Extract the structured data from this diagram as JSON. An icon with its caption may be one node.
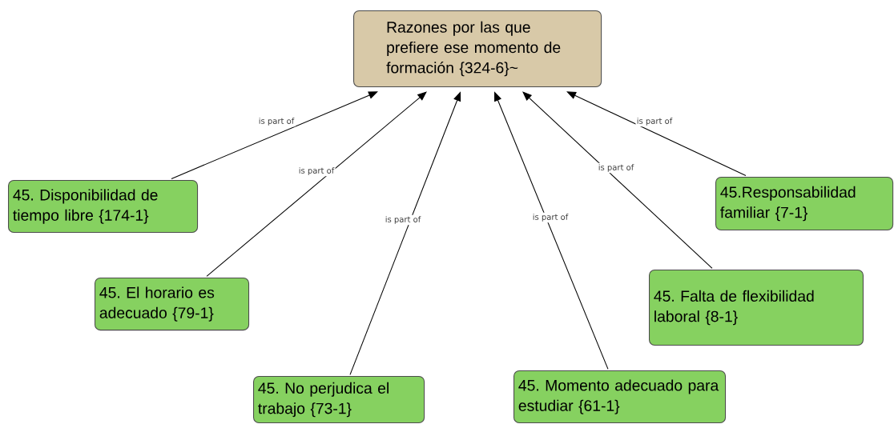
{
  "diagram": {
    "nodes": [
      {
        "text": [
          "Razones por las que prefiere ese momento de formación {324-6}~"
        ]
      },
      {
        "text": [
          "45. Disponibilidad de tiempo libre {174-1}"
        ]
      },
      {
        "text": [
          "45. El horario es adecuado {79-1}"
        ]
      },
      {
        "text": [
          "45. No perjudica el trabajo {73-1}"
        ]
      },
      {
        "text": [
          "45. Momento adecuado para estudiar {61-1}"
        ]
      },
      {
        "text": [
          "45. Falta de flexibilidad laboral {8-1}"
        ]
      },
      {
        "text": [
          "45.Responsabilidad familiar {7-1}"
        ]
      }
    ],
    "edges": [
      {
        "from": 1,
        "to": 0,
        "arrow": "to",
        "label": "is part of"
      },
      {
        "from": 2,
        "to": 0,
        "arrow": "to",
        "label": "is part of"
      },
      {
        "from": 3,
        "to": 0,
        "arrow": "to",
        "label": "is part of"
      },
      {
        "from": 4,
        "to": 0,
        "arrow": "to",
        "label": "is part of"
      },
      {
        "from": 5,
        "to": 0,
        "arrow": "to",
        "label": "is part of"
      },
      {
        "from": 6,
        "to": 0,
        "arrow": "to",
        "label": "is part of"
      }
    ]
  }
}
